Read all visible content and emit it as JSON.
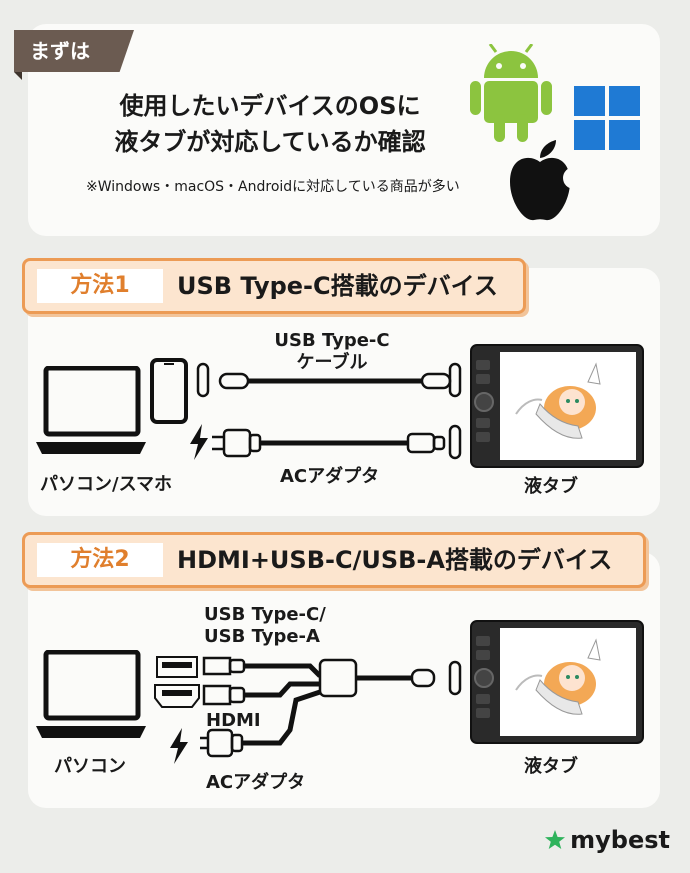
{
  "intro": {
    "tag": "まずは",
    "title_line1": "使用したいデバイスのOSに",
    "title_line2": "液タブが対応しているか確認",
    "note": "※Windows・macOS・Androidに対応している商品が多い",
    "os_icons": [
      "android-icon",
      "windows-icon",
      "apple-icon"
    ]
  },
  "method1": {
    "label": "方法1",
    "title": "USB Type-C搭載のデバイス",
    "cable_label_line1": "USB Type-C",
    "cable_label_line2": "ケーブル",
    "power_label": "ACアダプタ",
    "device_label": "パソコン/スマホ",
    "tablet_label": "液タブ"
  },
  "method2": {
    "label": "方法2",
    "title": "HDMI+USB-C/USB-A搭載のデバイス",
    "usb_label_line1": "USB Type-C/",
    "usb_label_line2": "USB Type-A",
    "hdmi_label": "HDMI",
    "power_label": "ACアダプタ",
    "device_label": "パソコン",
    "tablet_label": "液タブ"
  },
  "brand": {
    "name": "mybest",
    "star_color": "#2fb35c"
  },
  "colors": {
    "accent": "#ec9b55",
    "header_bg": "#fce5cf",
    "tag_bg": "#6b5b51",
    "android": "#8cc43f",
    "windows": "#1f7ad4"
  }
}
